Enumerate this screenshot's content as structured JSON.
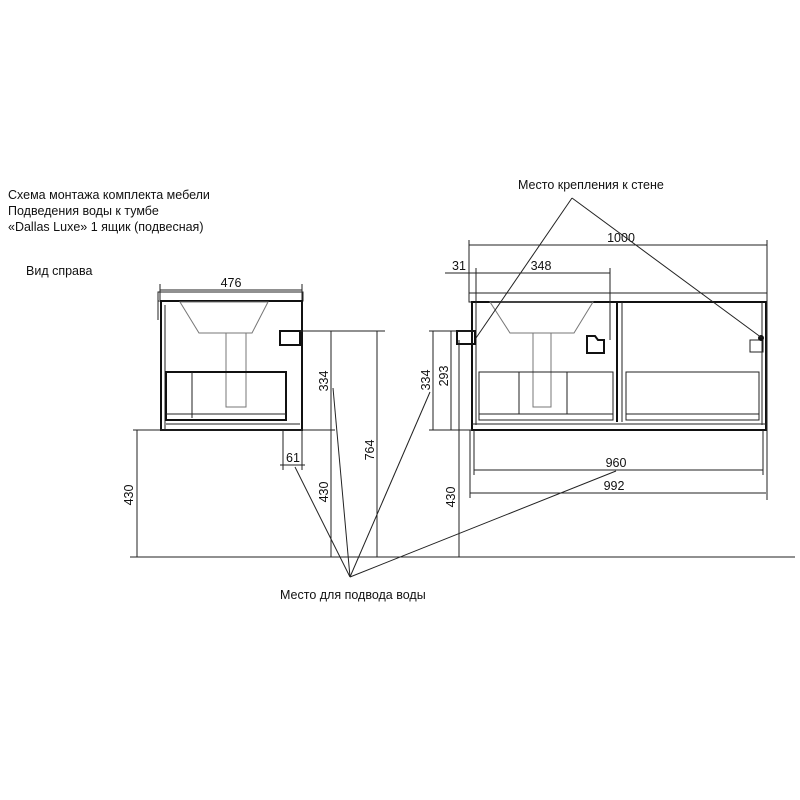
{
  "title_lines": [
    "Схема монтажа комплекта мебели",
    "Подведения воды к тумбе",
    "«Dallas Luxe» 1 ящик (подвесная)"
  ],
  "side_view_label": "Вид справа",
  "callouts": {
    "wall_mount": "Место крепления к стене",
    "water_supply": "Место для подвода воды"
  },
  "side_dims": {
    "width": "476",
    "offset": "61",
    "height_334": "334",
    "floor_430": "430",
    "floor_430_b": "430",
    "total_764": "764"
  },
  "front_dims": {
    "width_1000": "1000",
    "left_31": "31",
    "sink_348": "348",
    "height_334": "334",
    "height_293": "293",
    "floor_430": "430",
    "inner_960": "960",
    "body_992": "992"
  }
}
